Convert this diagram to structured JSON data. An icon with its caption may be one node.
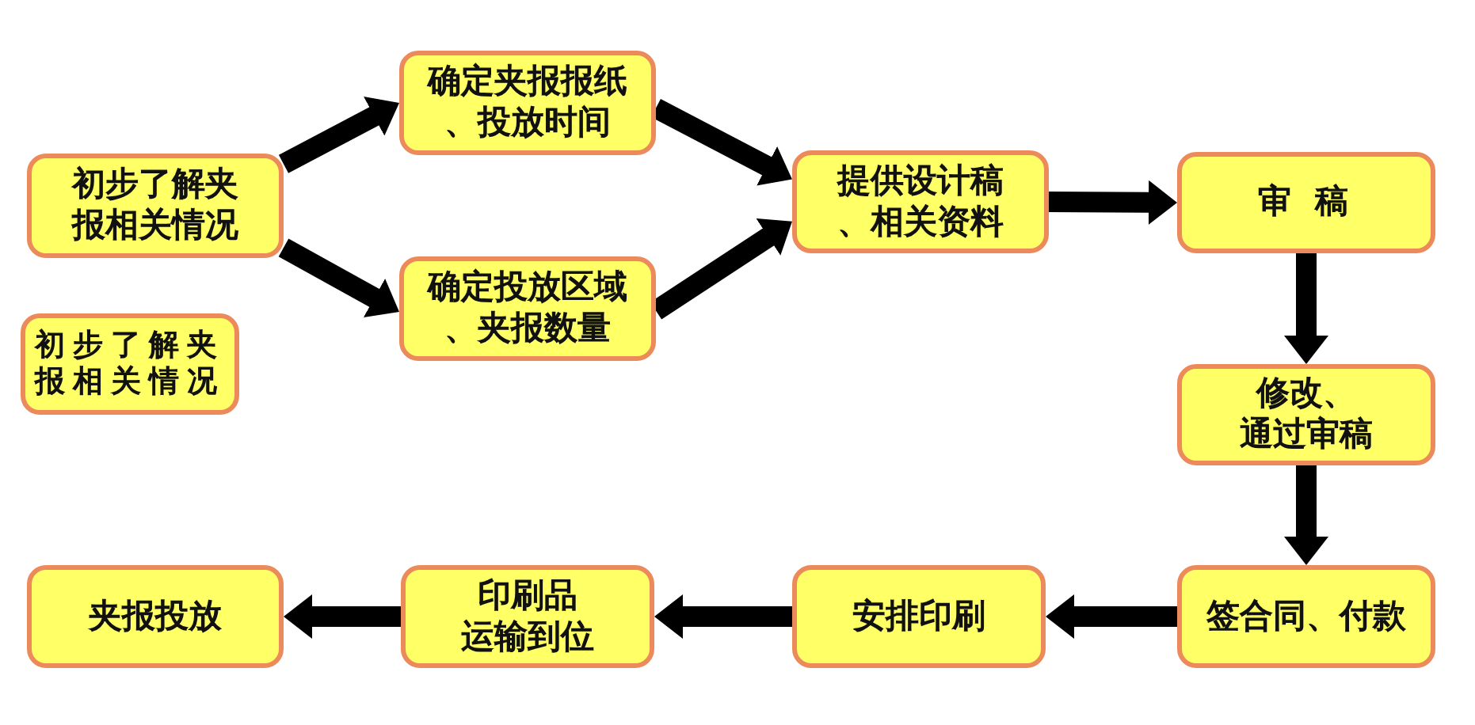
{
  "diagram": {
    "nodes": [
      {
        "text": [
          "初步了解夹报相关情况"
        ]
      },
      {
        "text": [
          "确定夹报报纸、投放时间"
        ]
      },
      {
        "text": [
          "确定投放区域、夹报数量"
        ]
      },
      {
        "text": [
          "初步了解夹报相关情况"
        ]
      },
      {
        "text": [
          "提供设计稿、相关资料"
        ]
      },
      {
        "text": [
          "审 稿"
        ]
      },
      {
        "text": [
          "修改、通过审稿"
        ]
      },
      {
        "text": [
          "签合同、付款"
        ]
      },
      {
        "text": [
          "安排印刷"
        ]
      },
      {
        "text": [
          "印刷品运输到位"
        ]
      },
      {
        "text": [
          "夹报投放"
        ]
      }
    ],
    "edges": [
      {
        "from": 0,
        "to": 1,
        "arrow": "to"
      },
      {
        "from": 0,
        "to": 2,
        "arrow": "to"
      },
      {
        "from": 1,
        "to": 4,
        "arrow": "to"
      },
      {
        "from": 2,
        "to": 4,
        "arrow": "to"
      },
      {
        "from": 4,
        "to": 5,
        "arrow": "to"
      },
      {
        "from": 5,
        "to": 6,
        "arrow": "to"
      },
      {
        "from": 6,
        "to": 7,
        "arrow": "to"
      },
      {
        "from": 7,
        "to": 8,
        "arrow": "to"
      },
      {
        "from": 8,
        "to": 9,
        "arrow": "to"
      },
      {
        "from": 9,
        "to": 10,
        "arrow": "to"
      }
    ]
  }
}
